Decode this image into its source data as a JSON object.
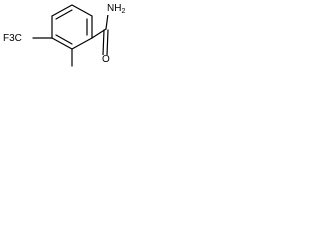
{
  "molecule": {
    "labels": {
      "cf3": "F3C",
      "carbonyl_o": "O",
      "amide_n": "NH",
      "amide_n_sub": "2"
    }
  }
}
